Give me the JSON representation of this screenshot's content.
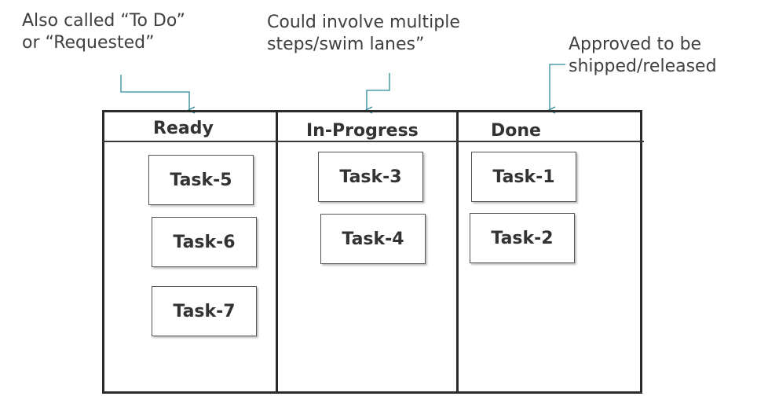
{
  "annotations": {
    "ready_note": "Also called “To Do”\nor “Requested”",
    "progress_note": "Could involve multiple\nsteps/swim lanes”",
    "done_note": "Approved to be\nshipped/released"
  },
  "columns": [
    {
      "title": "Ready",
      "cards": [
        "Task-5",
        "Task-6",
        "Task-7"
      ]
    },
    {
      "title": "In-Progress",
      "cards": [
        "Task-3",
        "Task-4"
      ]
    },
    {
      "title": "Done",
      "cards": [
        "Task-1",
        "Task-2"
      ]
    }
  ],
  "colors": {
    "connector": "#2e8a9a",
    "border": "#2b2b2b",
    "text": "#333333"
  }
}
